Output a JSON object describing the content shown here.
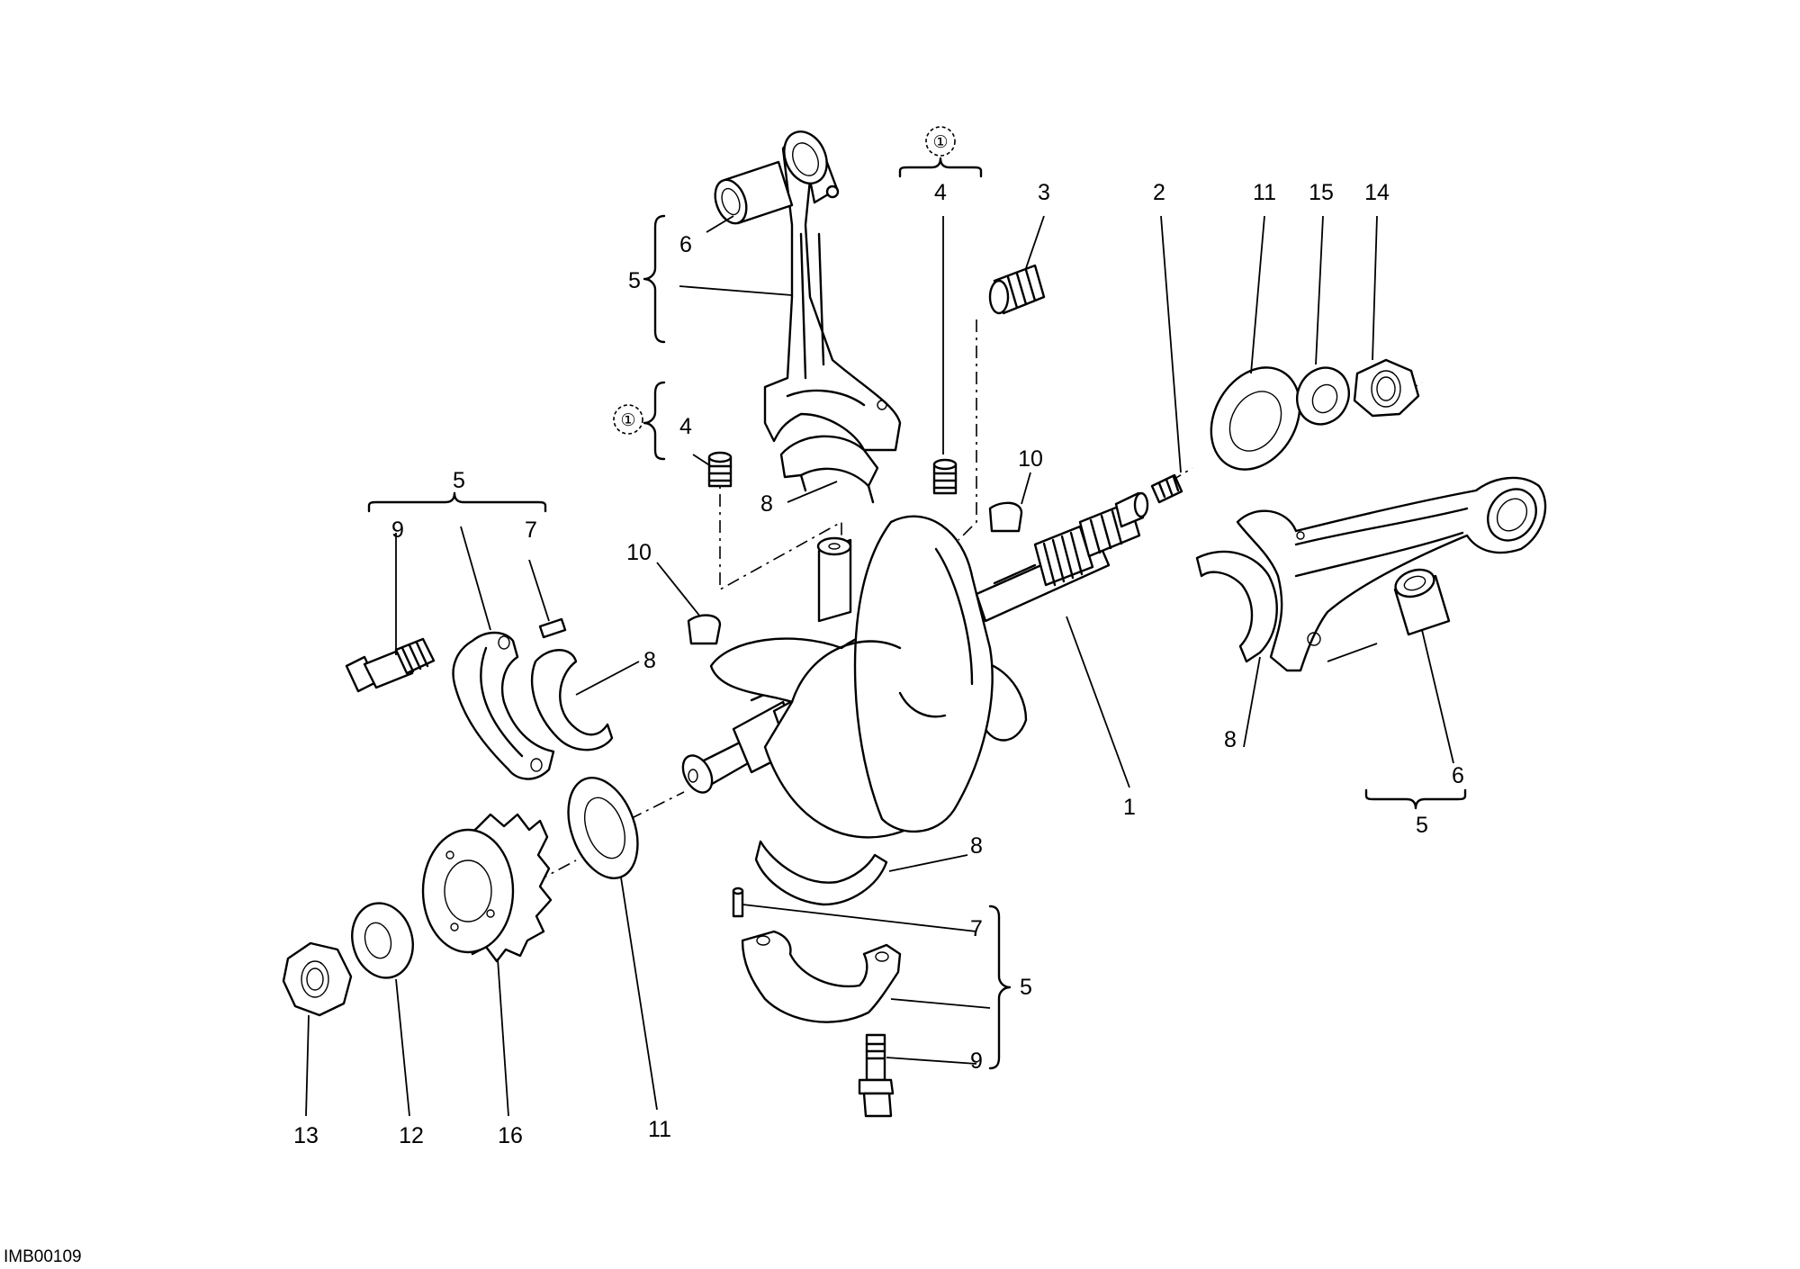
{
  "drawing_code": "IMB00109",
  "ref_marks": [
    "①",
    "①"
  ],
  "callouts": {
    "crankshaft": "1",
    "plug_shaft_end": "2",
    "plug_web": "3",
    "plug_top": "4",
    "plug_left": "4",
    "rod_top_group": "5",
    "rod_top_bush": "6",
    "rod_top_bearing": "8",
    "cap_left_group": "5",
    "cap_left_screw": "9",
    "cap_left_pin": "7",
    "cap_left_bearing": "8",
    "key_left": "10",
    "key_right": "10",
    "washer_shaft_right": "11",
    "washer_right_small": "15",
    "nut_right": "14",
    "rod_right_bearing": "8",
    "rod_right_bush": "6",
    "rod_right_group": "5",
    "cap_bottom_bearing": "8",
    "cap_bottom_pin": "7",
    "cap_bottom_group": "5",
    "cap_bottom_screw": "9",
    "washer_shaft_left": "11",
    "gear": "16",
    "washer_left": "12",
    "nut_left": "13"
  }
}
